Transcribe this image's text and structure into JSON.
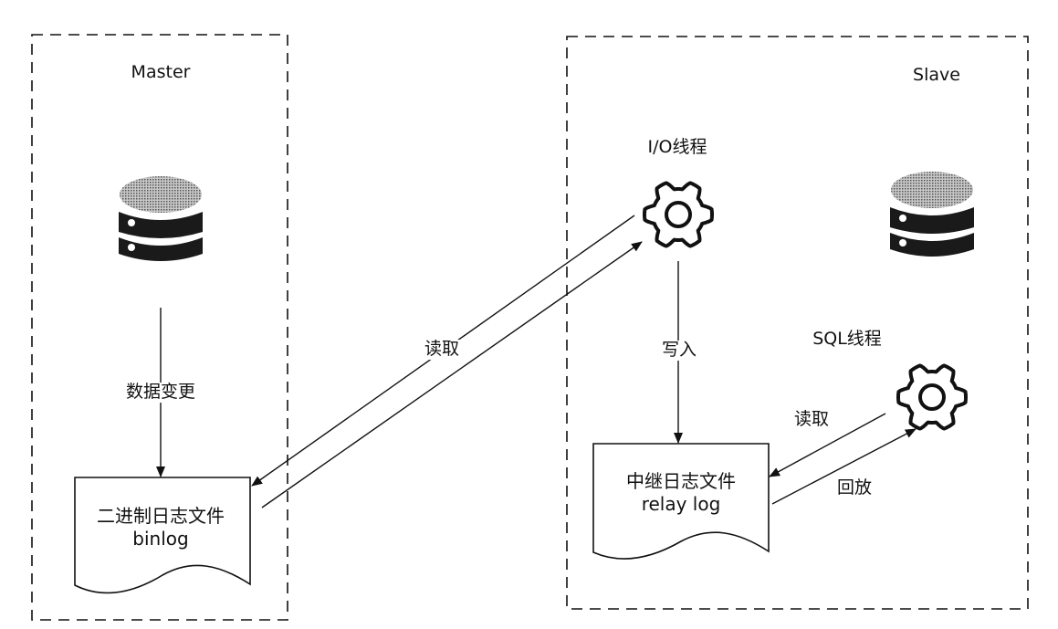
{
  "master": {
    "title": "Master",
    "database_icon": "database-icon",
    "edge_label_data_change": "数据变更",
    "binlog": {
      "line1": "二进制日志文件",
      "line2": "binlog"
    }
  },
  "slave": {
    "title": "Slave",
    "database_icon": "database-icon",
    "io_thread": {
      "label": "I/O线程",
      "icon": "gear-icon"
    },
    "sql_thread": {
      "label": "SQL线程",
      "icon": "gear-icon"
    },
    "edge_label_write": "写入",
    "relay_log": {
      "line1": "中继日志文件",
      "line2": "relay log"
    },
    "edge_label_sql_read": "读取",
    "edge_label_replay": "回放"
  },
  "cross": {
    "edge_label_read": "读取"
  },
  "colors": {
    "stroke": "#111111",
    "db_top": "#9a9a9a",
    "db_band": "#1a1a1a",
    "background": "#ffffff"
  }
}
